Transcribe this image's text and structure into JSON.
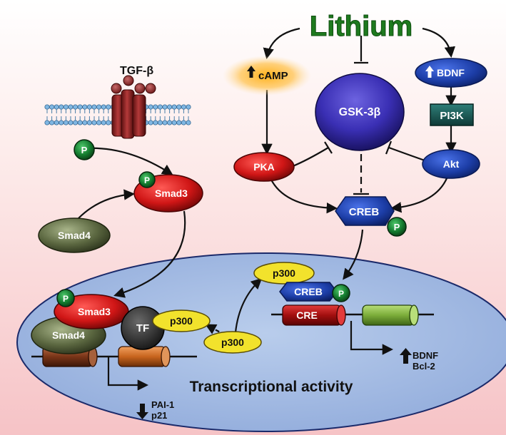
{
  "title": "Lithium",
  "ligand": "TGF-β",
  "phospho": "P",
  "nodes": {
    "camp": "cAMP",
    "bdnf_up": "BDNF",
    "gsk3b": "GSK-3β",
    "pi3k": "PI3K",
    "pka": "PKA",
    "akt": "Akt",
    "creb": "CREB",
    "smad3": "Smad3",
    "smad4": "Smad4",
    "p300": "p300",
    "tf": "TF",
    "cre": "CRE"
  },
  "nucleus_label": "Transcriptional activity",
  "outputs_down": [
    "PAI-1",
    "p21"
  ],
  "outputs_up": [
    "BDNF",
    "Bcl-2"
  ],
  "colors": {
    "background_top": "#fde9ea",
    "background_bottom": "#f7c9cc",
    "lithium": "#1e7a1e",
    "nucleus": "#a9c2e6",
    "dark_blue": "#1c3da6",
    "red": "#c8161c",
    "olive": "#55603a",
    "yellow": "#f2e22c",
    "brown": "#8a3b2e",
    "membrane": "#6aa8d8"
  }
}
